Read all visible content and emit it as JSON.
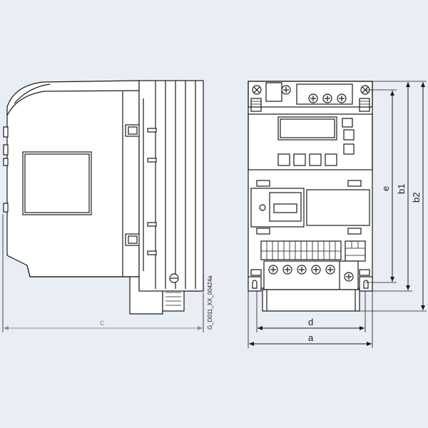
{
  "drawing": {
    "reference_code": "G_D011_XX_00424a"
  },
  "dimensions": {
    "side_depth_label": "c",
    "front_width_label": "a",
    "mounting_width_label": "d",
    "height_e_label": "e",
    "height_b1_label": "b1",
    "height_b2_label": "b2"
  },
  "colors": {
    "background": "#e9eef5",
    "line": "#1a1a1a",
    "dim_c": "#8a8f96"
  }
}
